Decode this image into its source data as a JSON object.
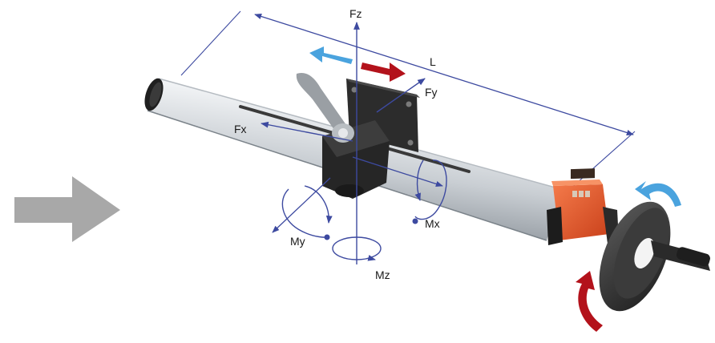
{
  "labels": {
    "fz": "Fz",
    "fy": "Fy",
    "fx": "Fx",
    "l": "L",
    "mx": "Mx",
    "my": "My",
    "mz": "Mz"
  },
  "colors": {
    "axis": "#3d4aa0",
    "arrow_blue": "#4aa3de",
    "arrow_red": "#b3121b",
    "big_arrow_gray": "#a8a8a8",
    "counter_orange": "#e8562a",
    "rail_silver": "#c8cdd2",
    "clamp_dark": "#2a2a2a"
  },
  "icons": {
    "left_indicator": "right-arrow-icon"
  }
}
